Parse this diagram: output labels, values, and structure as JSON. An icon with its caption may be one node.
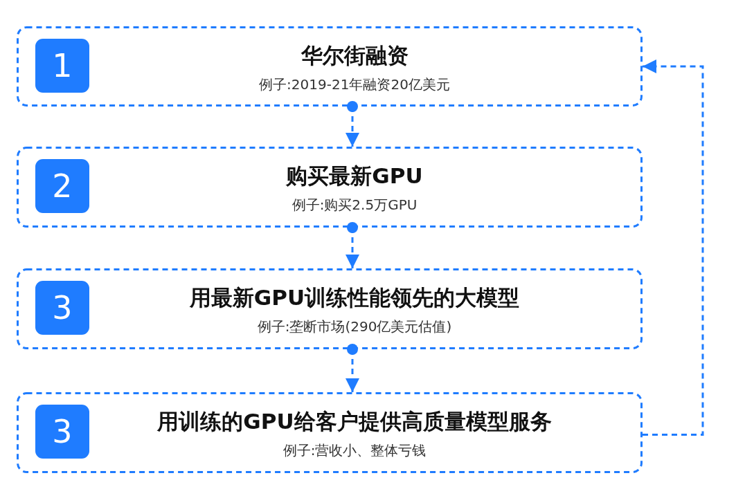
{
  "diagram": {
    "nodes": [
      {
        "text": [
          "华尔街融资",
          "例子:2019-21年融资20亿美元"
        ]
      },
      {
        "text": [
          "1"
        ],
        "in": 0
      },
      {
        "text": [
          "购买最新GPU",
          "例子:购买2.5万GPU"
        ]
      },
      {
        "text": [
          "2"
        ],
        "in": 2
      },
      {
        "text": [
          "用最新GPU训练性能领先的大模型",
          "例子:垄断市场(290亿美元估值)"
        ]
      },
      {
        "text": [
          "3"
        ],
        "in": 4
      },
      {
        "text": [
          "用训练的GPU给客户提供高质量模型服务",
          "例子:营收小、整体亏钱"
        ]
      },
      {
        "text": [
          "3"
        ],
        "in": 6
      }
    ],
    "edges": [
      {
        "from": 0,
        "to": 2,
        "arrow": "to",
        "style": "dashed"
      },
      {
        "from": 2,
        "to": 4,
        "arrow": "to",
        "style": "dashed"
      },
      {
        "from": 4,
        "to": 6,
        "arrow": "to",
        "style": "dashed"
      },
      {
        "from": 6,
        "to": 0,
        "arrow": "to",
        "style": "dashed"
      }
    ]
  }
}
